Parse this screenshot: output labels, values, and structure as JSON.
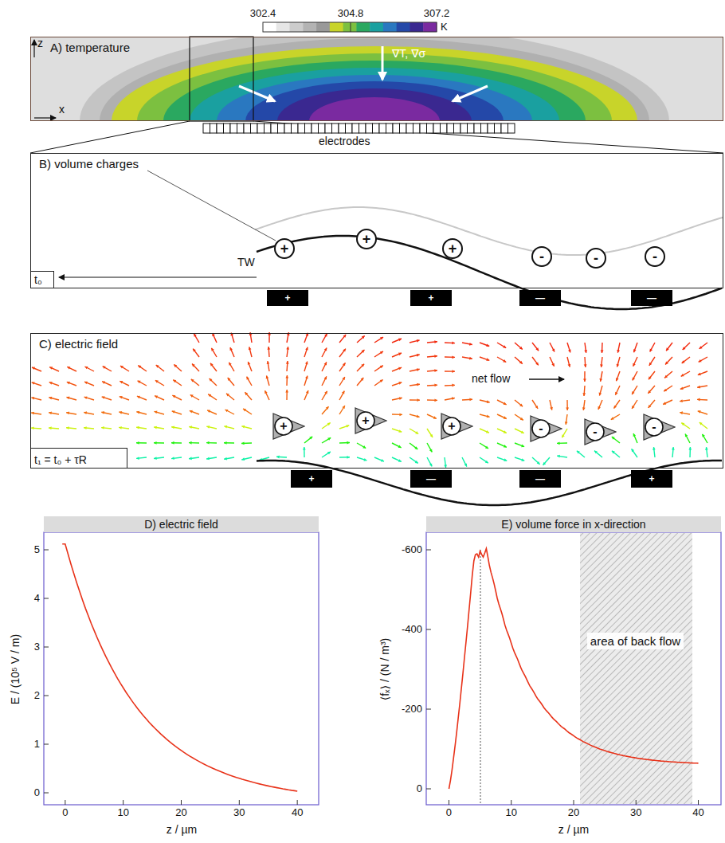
{
  "diagram": {
    "nodes": [
      {
        "text": [
          "A) temperature"
        ]
      },
      {
        "text": [
          "B) volume charges"
        ]
      },
      {
        "text": [
          "+"
        ],
        "in": 1
      },
      {
        "text": [
          "+"
        ],
        "in": 1
      },
      {
        "text": [
          "+"
        ],
        "in": 1
      },
      {
        "text": [
          "-"
        ],
        "in": 1
      },
      {
        "text": [
          "-"
        ],
        "in": 1
      },
      {
        "text": [
          "-"
        ],
        "in": 1
      },
      {
        "text": [
          "+"
        ],
        "in": 1
      },
      {
        "text": [
          "+"
        ],
        "in": 1
      },
      {
        "text": [
          "—"
        ],
        "in": 1
      },
      {
        "text": [
          "—"
        ],
        "in": 1
      },
      {
        "text": [
          "t₀"
        ],
        "in": 1
      },
      {
        "text": [
          "C) electric field"
        ]
      },
      {
        "text": [
          "+"
        ],
        "in": 13
      },
      {
        "text": [
          "+"
        ],
        "in": 13
      },
      {
        "text": [
          "+"
        ],
        "in": 13
      },
      {
        "text": [
          "-"
        ],
        "in": 13
      },
      {
        "text": [
          "-"
        ],
        "in": 13
      },
      {
        "text": [
          "-"
        ],
        "in": 13
      },
      {
        "text": [
          "+"
        ],
        "in": 13
      },
      {
        "text": [
          "—"
        ],
        "in": 13
      },
      {
        "text": [
          "—"
        ],
        "in": 13
      },
      {
        "text": [
          "+"
        ],
        "in": 13
      },
      {
        "text": [
          "t₁ = t₀ + τR"
        ],
        "in": 13
      },
      {
        "text": [
          "D) electric field"
        ]
      },
      {
        "text": [
          "E) volume force in x-direction"
        ]
      },
      {
        "text": [
          "area of back flow"
        ],
        "in": 26
      }
    ],
    "labels": [
      "302.4",
      "304.8",
      "307.2",
      "K",
      "z",
      "x",
      "∇T, ∇σ",
      "electrodes",
      "TW",
      "net flow",
      "0",
      "1",
      "2",
      "3",
      "4",
      "5",
      "0",
      "10",
      "20",
      "30",
      "40",
      "E / (10⁵ V / m)",
      "z / µm",
      "-600",
      "-400",
      "-200",
      "0",
      "0",
      "10",
      "20",
      "30",
      "40",
      "⟨fₓ⟩ / (N / m³)",
      "z / µm"
    ]
  }
}
